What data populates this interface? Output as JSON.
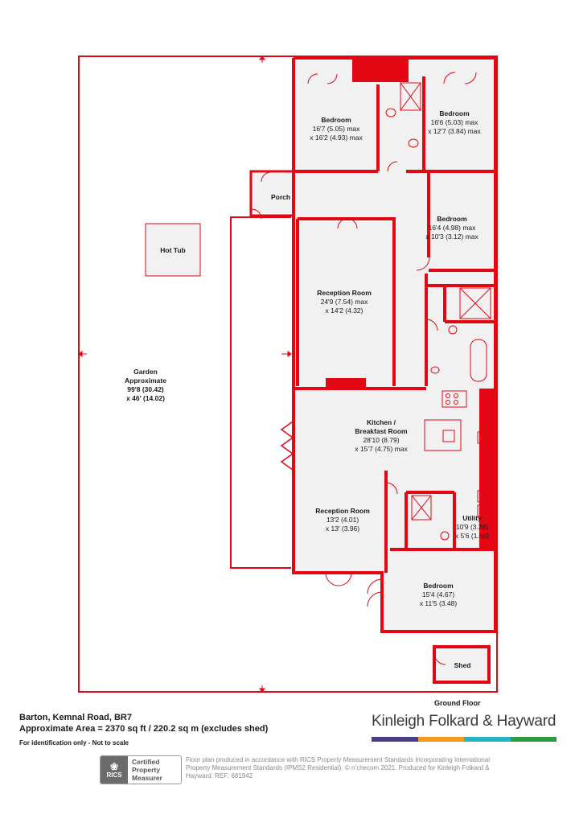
{
  "colors": {
    "wall": "#e30613",
    "line": "#e30613",
    "floor": "#f1f1f1",
    "brand_bars": [
      "#4a3f87",
      "#f39a1e",
      "#28b2c8",
      "#2e9a43"
    ]
  },
  "rooms": [
    {
      "key": "bedroom1",
      "name": "Bedroom",
      "dims": [
        "16'7 (5.05) max",
        "x 16'2 (4.93) max"
      ]
    },
    {
      "key": "bedroom2",
      "name": "Bedroom",
      "dims": [
        "16'6 (5.03) max",
        "x 12'7 (3.84) max"
      ]
    },
    {
      "key": "porch",
      "name": "Porch",
      "dims": []
    },
    {
      "key": "bedroom3",
      "name": "Bedroom",
      "dims": [
        "16'4 (4.98) max",
        "x 10'3 (3.12) max"
      ]
    },
    {
      "key": "hottub",
      "name": "Hot Tub",
      "dims": []
    },
    {
      "key": "reception1",
      "name": "Reception Room",
      "dims": [
        "24'9 (7.54) max",
        "x 14'2 (4.32)"
      ]
    },
    {
      "key": "garden",
      "name": "Garden",
      "dims": [
        "Approximate",
        "99'8 (30.42)",
        "x 46' (14.02)"
      ]
    },
    {
      "key": "kitchen",
      "name": "Kitchen /",
      "dims": [
        "Breakfast Room",
        "28'10 (8.79)",
        "x 15'7 (4.75) max"
      ]
    },
    {
      "key": "reception2",
      "name": "Reception Room",
      "dims": [
        "13'2 (4.01)",
        "x 13' (3.96)"
      ]
    },
    {
      "key": "utility",
      "name": "Utility",
      "dims": [
        "10'9 (3.28)",
        "x 5'6 (1.68)"
      ]
    },
    {
      "key": "bedroom4",
      "name": "Bedroom",
      "dims": [
        "15'4 (4.67)",
        "x 11'5 (3.48)"
      ]
    },
    {
      "key": "shed",
      "name": "Shed",
      "dims": []
    }
  ],
  "footer": {
    "address": "Barton, Kemnal Road, BR7",
    "area": "Approximate Area = 2370 sq ft / 220.2 sq m (excludes shed)",
    "disclaimer": "For identification only - Not to scale",
    "floor_label": "Ground Floor",
    "agent_name": "Kinleigh Folkard & Hayward",
    "rics_logo_text": "RICS",
    "rics_badge_lines": [
      "Certified",
      "Property",
      "Measurer"
    ],
    "credits": "Floor plan produced in accordance with RICS Property Measurement Standards incorporating International Property Measurement Standards (IPMS2 Residential). © n’checom 2021. Produced for Kinleigh Folkard & Hayward.   REF: 681942"
  }
}
